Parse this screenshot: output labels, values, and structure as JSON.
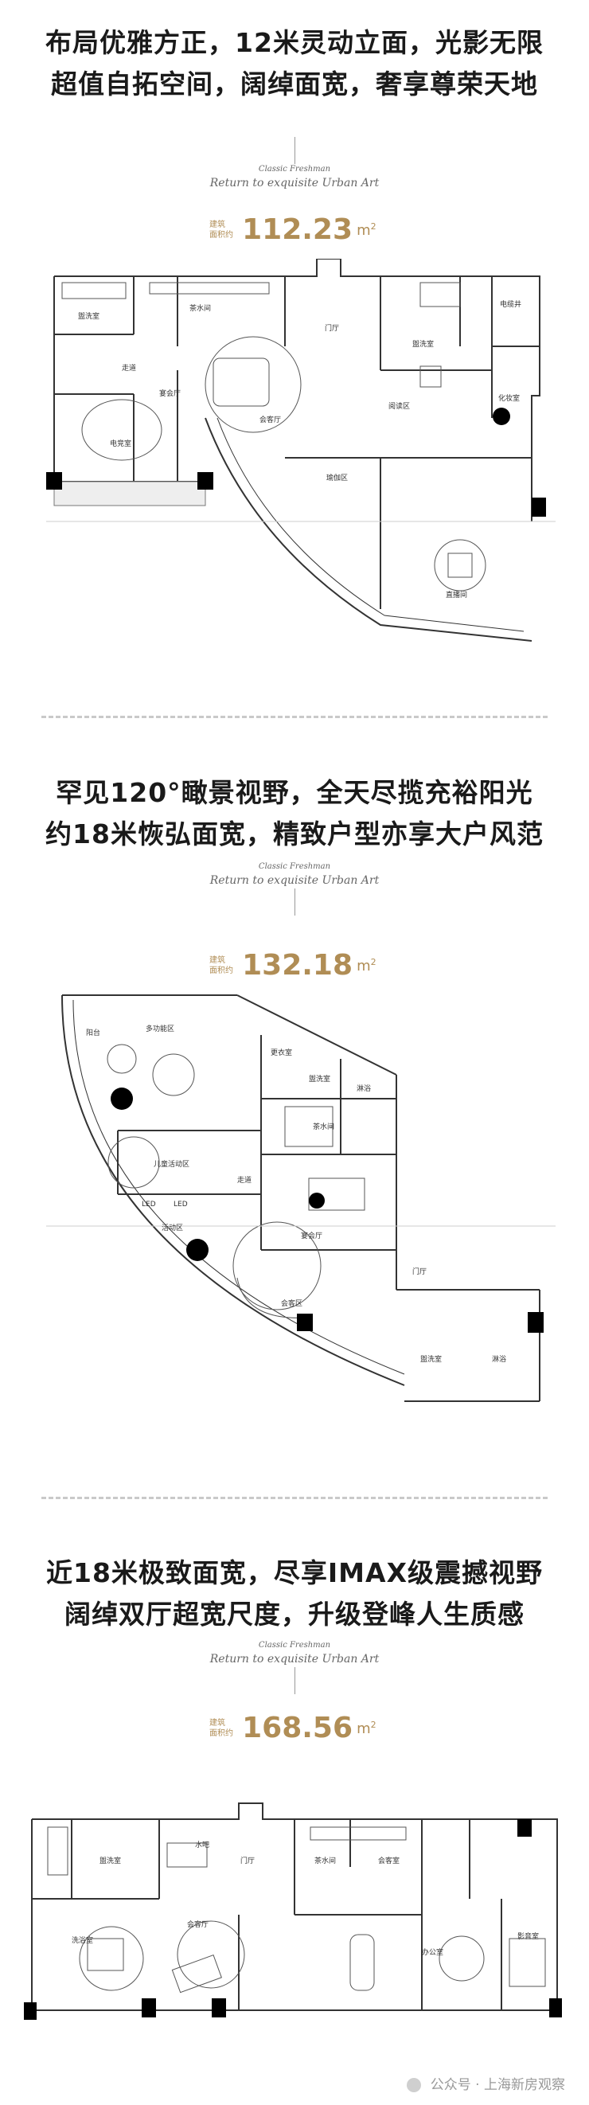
{
  "sections": [
    {
      "headline_lines": [
        "布局优雅方正，12米灵动立面，光影无限",
        "超值自拓空间，阔绰面宽，奢享尊荣天地"
      ],
      "tagline_small": "Classic Freshman",
      "tagline": "Return to exquisite Urban Art",
      "area_label_line1": "建筑",
      "area_label_line2": "面积约",
      "area_value": "112.23",
      "area_unit": "m",
      "area_unit_sup": "2",
      "rooms": [
        "盥洗室",
        "茶水间",
        "门厅",
        "盥洗室",
        "电缆井",
        "走道",
        "宴会厅",
        "会客厅",
        "阅读区",
        "化妆室",
        "电竞室",
        "瑜伽区",
        "直播间"
      ]
    },
    {
      "headline_lines": [
        "罕见120°瞰景视野，全天尽揽充裕阳光",
        "约18米恢弘面宽，精致户型亦享大户风范"
      ],
      "tagline_small": "Classic Freshman",
      "tagline": "Return to exquisite Urban Art",
      "area_label_line1": "建筑",
      "area_label_line2": "面积约",
      "area_value": "132.18",
      "area_unit": "m",
      "area_unit_sup": "2",
      "rooms": [
        "阳台",
        "多功能区",
        "更衣室",
        "盥洗室",
        "淋浴",
        "儿童活动区",
        "走道",
        "茶水间",
        "LED",
        "LED",
        "活动区",
        "宴会厅",
        "会客区",
        "门厅",
        "盥洗室",
        "淋浴"
      ]
    },
    {
      "headline_lines": [
        "近18米极致面宽，尽享IMAX级震撼视野",
        "阔绰双厅超宽尺度，升级登峰人生质感"
      ],
      "tagline_small": "Classic Freshman",
      "tagline": "Return to exquisite Urban Art",
      "area_label_line1": "建筑",
      "area_label_line2": "面积约",
      "area_value": "168.56",
      "area_unit": "m",
      "area_unit_sup": "2",
      "rooms": [
        "水吧",
        "门厅",
        "茶水间",
        "会客室",
        "盥洗室",
        "洗浴室",
        "会客厅",
        "办公室",
        "影音室"
      ]
    }
  ],
  "footer": {
    "prefix": "公众号 · ",
    "account": "上海新房观察"
  },
  "colors": {
    "accent": "#b08d55",
    "divider": "#c9c9c9",
    "wall": "#333333"
  }
}
